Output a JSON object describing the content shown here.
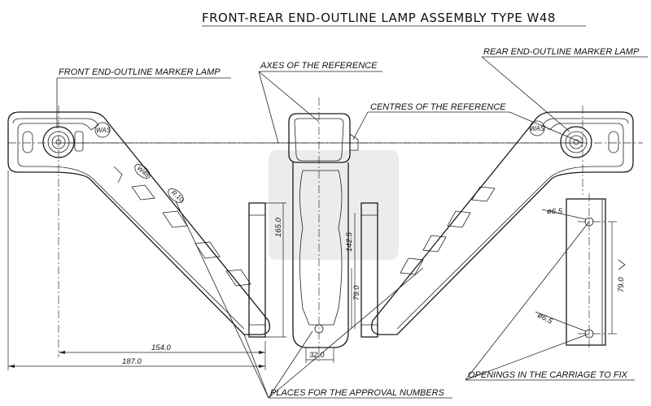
{
  "title": "FRONT-REAR END-OUTLINE LAMP ASSEMBLY TYPE W48",
  "labels": {
    "front_lamp": "FRONT END-OUTLINE MARKER LAMP",
    "axes": "AXES OF THE REFERENCE",
    "rear_lamp": "REAR END-OUTLINE MARKER LAMP",
    "centres": "CENTRES OF THE REFERENCE",
    "approval": "PLACES FOR THE APPROVAL NUMBERS",
    "openings": "OPENINGS IN THE CARRIAGE TO FIX"
  },
  "dimensions": {
    "d_154": "154.0",
    "d_187": "187.0",
    "d_165": "165.0",
    "d_142": "142.5",
    "d_79_mid": "79.0",
    "d_32": "32.0",
    "d_79_right": "79.0",
    "hole_top": "ø6.5",
    "hole_bottom": "ø6.5"
  },
  "marks": {
    "w48": "W48",
    "approval_code": "R.10",
    "brand_left": "WAS",
    "brand_right": "WAS"
  }
}
